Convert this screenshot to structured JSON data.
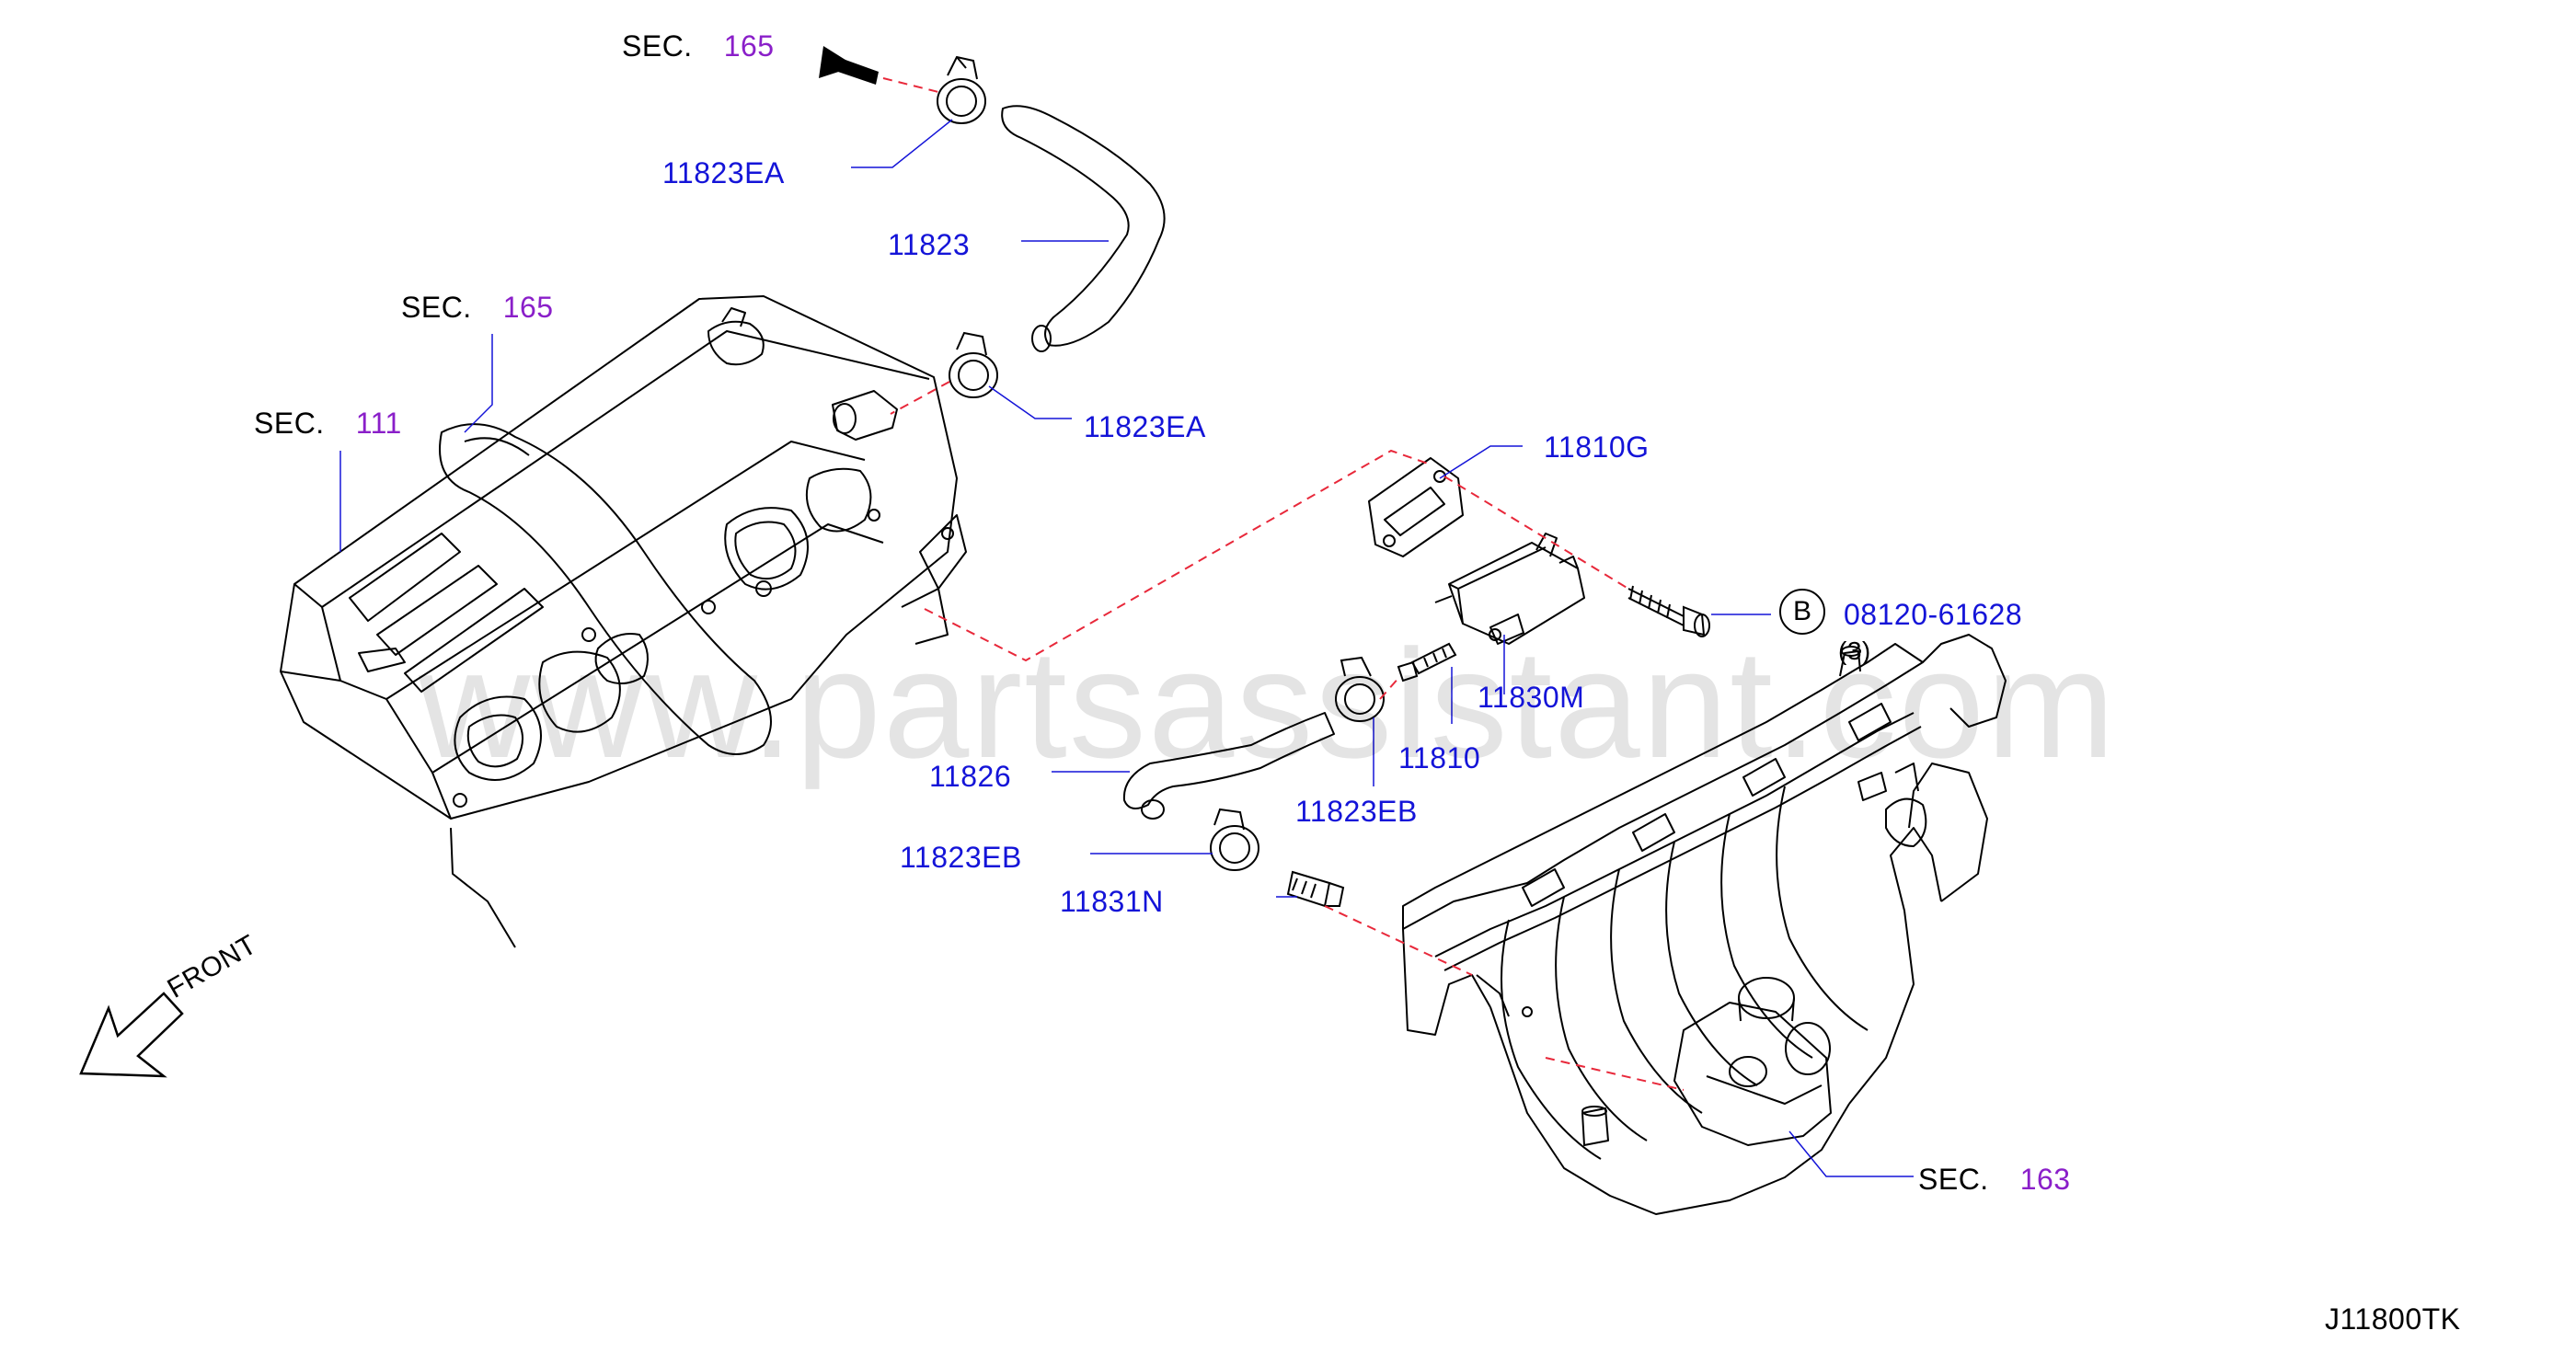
{
  "watermark": "www.partsassistant.com",
  "diagram_code": "J11800TK",
  "front_label": "FRONT",
  "callout_b": "B",
  "bolt_qty": "(3)",
  "sections": {
    "top": {
      "prefix": "SEC.",
      "num": "165"
    },
    "engine_top": {
      "prefix": "SEC.",
      "num": "165"
    },
    "engine_left": {
      "prefix": "SEC.",
      "num": "111"
    },
    "manifold": {
      "prefix": "SEC.",
      "num": "163"
    }
  },
  "parts": {
    "clamp_upper": "11823EA",
    "hose_upper": "11823",
    "clamp_lower_a": "11823EA",
    "gasket": "11810G",
    "bolt": "08120-61628",
    "valve": "11830M",
    "connector": "11810",
    "hose_lower": "11826",
    "clamp_eb_right": "11823EB",
    "clamp_eb_left": "11823EB",
    "pcv_valve": "11831N"
  },
  "colors": {
    "part_numbers": "#1414d8",
    "section_numbers": "#8a1fc9",
    "dashed_lines": "#e8283a",
    "drawing": "#000000"
  }
}
